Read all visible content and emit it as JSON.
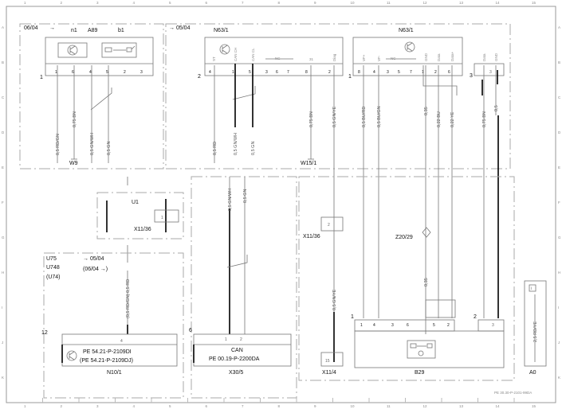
{
  "grid": {
    "columns": [
      "1",
      "2",
      "3",
      "4",
      "5",
      "6",
      "7",
      "8",
      "9",
      "10",
      "11",
      "12",
      "13",
      "14",
      "15"
    ],
    "rows": [
      "A",
      "B",
      "C",
      "D",
      "E",
      "F",
      "G",
      "H",
      "I",
      "J",
      "K"
    ]
  },
  "footer_code": "PE 30.30-P-2101-99DA",
  "left_box": {
    "version": "06/04",
    "arrow": "→",
    "labels": [
      "n1",
      "A89",
      "b1"
    ],
    "connector": "1",
    "pins": [
      "1",
      "6",
      "4",
      "5",
      "2",
      "3"
    ],
    "wires": [
      "0,5 RD/GN",
      "0,75 BN",
      "0,5 GN/WH",
      "0,5 GN"
    ],
    "ground": "W9"
  },
  "n63_left": {
    "version": "→ 05/04",
    "title": "N63/1",
    "connector": "2",
    "pin_labels": [
      "ST",
      "CAN CH",
      "CAN CL",
      "NC",
      "31",
      "Diag"
    ],
    "pins": [
      "4",
      "1",
      "5",
      "3",
      "6",
      "7",
      "8",
      "2"
    ],
    "wires": [
      "0,5 RD",
      "0,5 GN/WH",
      "0,5 GN",
      "0,75 BN",
      "0,5 GN/YE"
    ],
    "ground": "W15/1"
  },
  "n63_right": {
    "title": "N63/1",
    "connector": "1",
    "pin_labels": [
      "VF+",
      "VF-",
      "NC",
      "GND",
      "Data",
      "Data+"
    ],
    "pins": [
      "8",
      "4",
      "3",
      "5",
      "7",
      "1",
      "2",
      "6"
    ],
    "wires": [
      "0,5 BU/RD",
      "0,5 BU/GN",
      "0,35",
      "0,22 BU",
      "0,22 YE"
    ]
  },
  "conn3": {
    "connector": "3",
    "pin_labels": [
      "Data",
      "GND"
    ],
    "pin": "3",
    "wires": [
      "0,75 BN",
      "0,5"
    ]
  },
  "u1": {
    "title": "U1",
    "connector": "X11/36",
    "pin": "1"
  },
  "can_wires": [
    "0,5 GN/WH",
    "0,5 GN"
  ],
  "lower_left": {
    "variants": [
      "U75",
      "U748",
      "(U74)"
    ],
    "version1": "→ 05/04",
    "version2": "(06/04   →)",
    "wire": "(0,5 RD/GN) 0,5 RD",
    "connector": "12",
    "pin": "4",
    "refs": [
      "PE 54.21-P-2109DI",
      "(PE 54.21-P-2109DJ)"
    ],
    "title": "N10/1"
  },
  "x30": {
    "connector": "6",
    "pins": [
      "1",
      "2"
    ],
    "label": "CAN",
    "ref": "PE 00.19-P-2200DA",
    "title": "X30/5"
  },
  "x11_36": {
    "title": "X11/36",
    "pin": "2"
  },
  "z20": {
    "title": "Z20/29",
    "wire": "0,35"
  },
  "x11_4": {
    "title": "X11/4",
    "pin": "15",
    "wire": "0,5 GN/YE"
  },
  "b29": {
    "title": "B29",
    "connector1": "1",
    "pins": [
      "1",
      "4",
      "3",
      "6",
      "5",
      "2"
    ],
    "connector2": "2",
    "pin2": "3"
  },
  "a0": {
    "title": "A0",
    "wire": "2,5 RD/YE"
  }
}
